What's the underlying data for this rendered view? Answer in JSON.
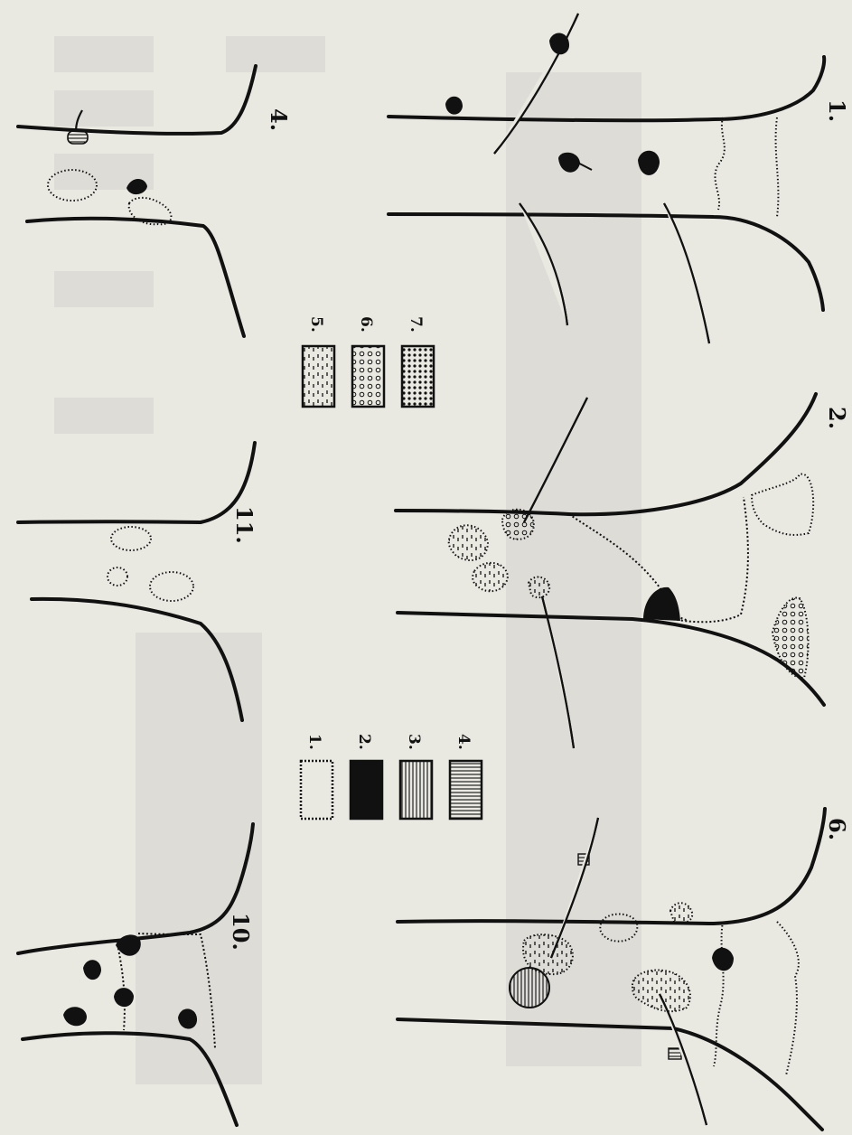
{
  "figure_labels": {
    "fig_1": "1.",
    "fig_2": "2.",
    "fig_4": "4.",
    "fig_6": "6.",
    "fig_10": "10.",
    "fig_11": "11."
  },
  "legend": [
    {
      "label": "1.",
      "pattern": "white"
    },
    {
      "label": "2.",
      "pattern": "black"
    },
    {
      "label": "3.",
      "pattern": "vertical-lines"
    },
    {
      "label": "4.",
      "pattern": "horizontal-lines"
    },
    {
      "label": "5.",
      "pattern": "dashes"
    },
    {
      "label": "6.",
      "pattern": "open-circles"
    },
    {
      "label": "7.",
      "pattern": "dense-dots"
    }
  ],
  "colors": {
    "paper": "#e9e8e1",
    "ink": "#111111"
  }
}
